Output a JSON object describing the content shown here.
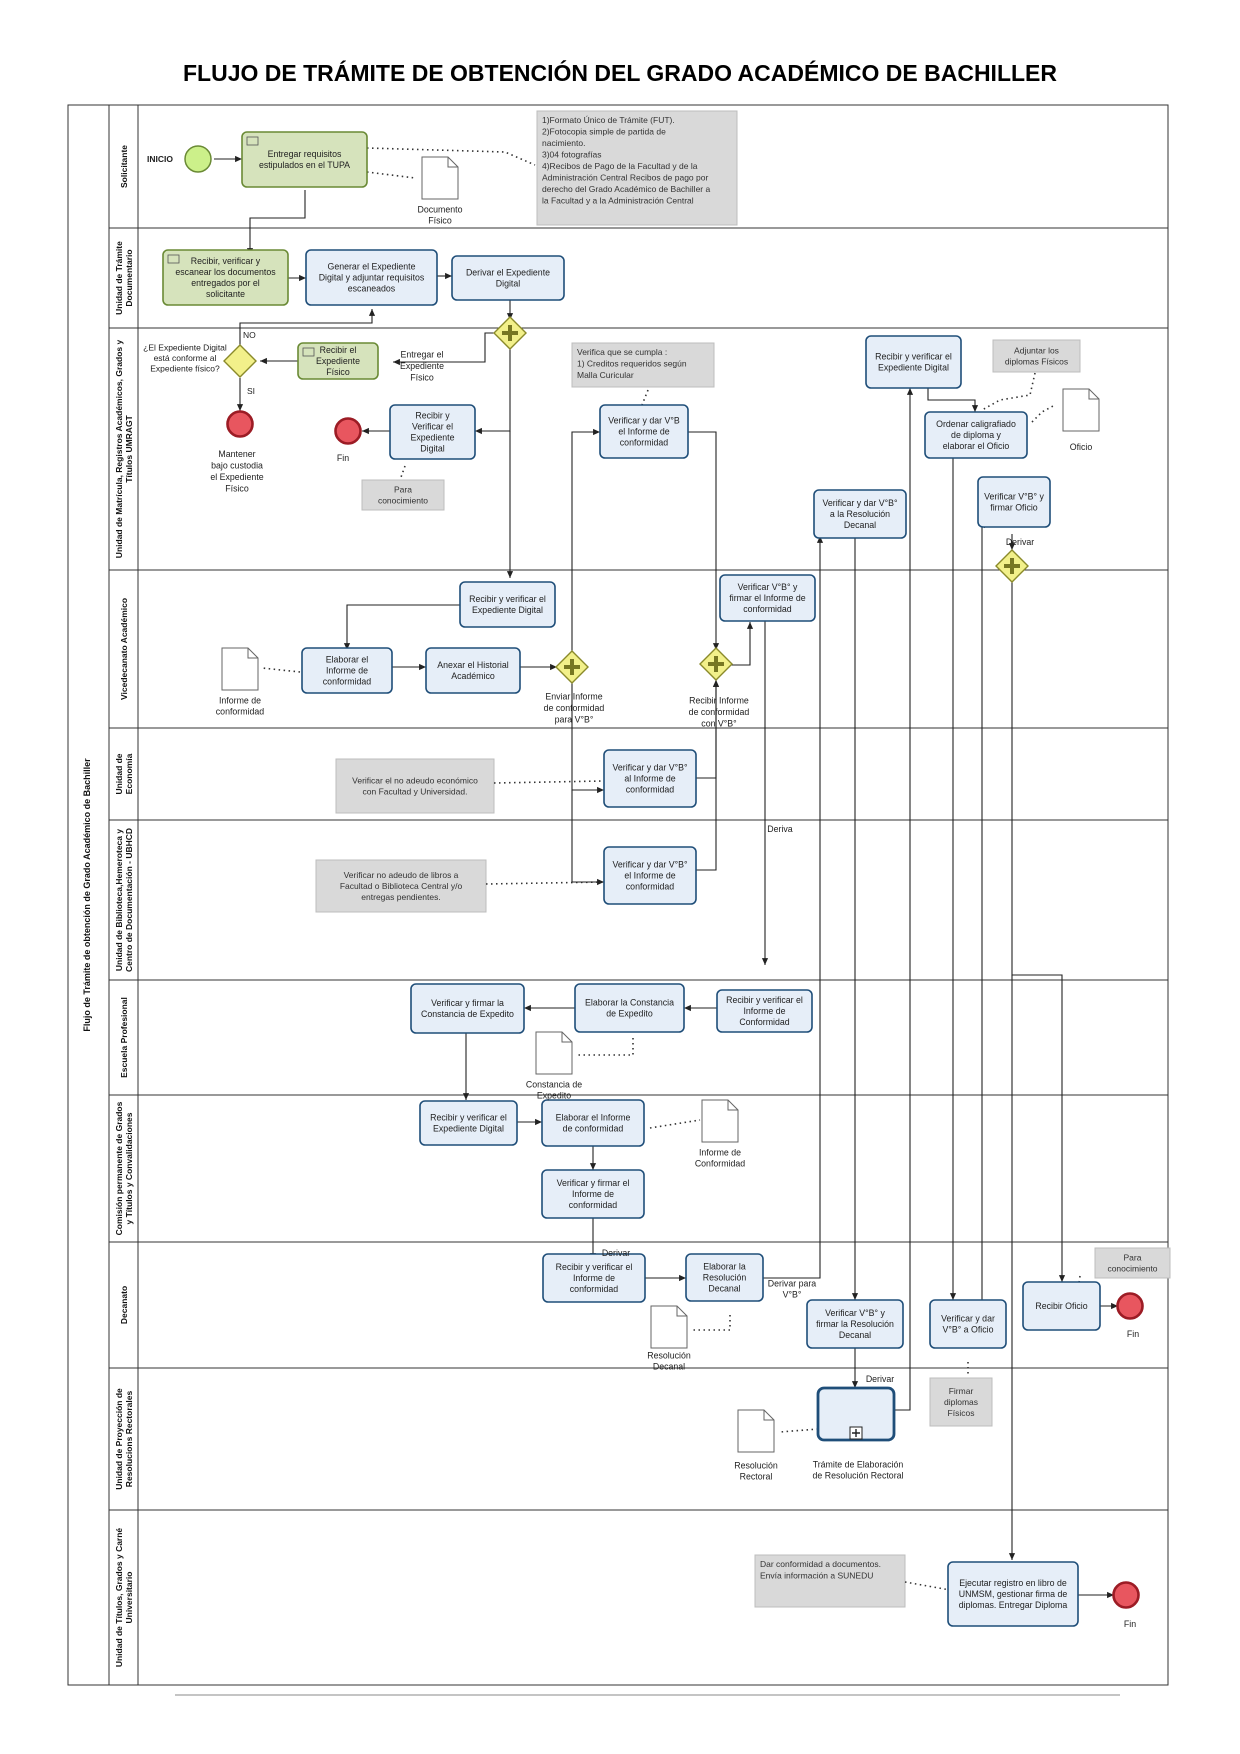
{
  "title": "FLUJO DE TRÁMITE DE OBTENCIÓN DEL GRADO ACADÉMICO DE BACHILLER",
  "pool_label": "Flujo de Trámite de obtención de Grado Académico de Bachiller",
  "lanes": [
    "Solicitante",
    "Unidad de Trámite Documentario",
    "Unidad de Matrícula, Registros Académicos, Grados y Títulos UMRAGT",
    "Vicedecanato Académico",
    "Unidad de Economía",
    "Unidad de Biblioteca,Hemeroteca y Centro de Documentación - UBHCD",
    "Escuela Profesional",
    "Comisión permanente de Grados y Títulos y Convalidaciones",
    "Decanato",
    "Unidad de Proyección de Resoluciones Rectorales",
    "Unidad de Títulos, Grados y Carné Universitario"
  ],
  "events": {
    "inicio": "INICIO",
    "fin": "Fin",
    "mantener": [
      "Mantener",
      "bajo custodia",
      "el Expediente",
      "Físico"
    ]
  },
  "tasks": {
    "s1": [
      "Entregar requisitos",
      "estipulados en el TUPA"
    ],
    "t1": [
      "Recibir, verificar y",
      "escanear los documentos",
      "entregados por el",
      "solicitante"
    ],
    "t2": [
      "Generar el Expediente",
      "Digital y adjuntar requisitos",
      "escaneados"
    ],
    "t3": [
      "Derivar el Expediente",
      "Digital"
    ],
    "u1": [
      "Recibir el",
      "Expediente",
      "Físico"
    ],
    "u2": [
      "Recibir y",
      "Verificar el",
      "Expediente",
      "Digital"
    ],
    "u3": [
      "Verificar y dar V°B",
      "el Informe de",
      "conformidad"
    ],
    "u4": [
      "Recibir y verificar el",
      "Expediente Digital"
    ],
    "u5": [
      "Ordenar caligrafiado",
      "de diploma y",
      "elaborar el Oficio"
    ],
    "u6": [
      "Verificar y dar V°B°",
      "a la Resolución",
      "Decanal"
    ],
    "u7": [
      "Verificar V°B° y",
      "firmar Oficio"
    ],
    "v1": [
      "Recibir y verificar el",
      "Expediente Digital"
    ],
    "v2": [
      "Elaborar el",
      "Informe de",
      "conformidad"
    ],
    "v3": [
      "Anexar el Historial",
      "Académico"
    ],
    "v4": [
      "Verificar V°B° y",
      "firmar el Informe de",
      "conformidad"
    ],
    "e1": [
      "Verificar y dar V°B°",
      "al Informe de",
      "conformidad"
    ],
    "b1": [
      "Verificar y dar V°B°",
      "el Informe de",
      "conformidad"
    ],
    "p1": [
      "Recibir y verificar el",
      "Informe de",
      "Conformidad"
    ],
    "p2": [
      "Elaborar la Constancia",
      "de Expedito"
    ],
    "p3": [
      "Verificar y firmar la",
      "Constancia de Expedito"
    ],
    "c1": [
      "Recibir y verificar el",
      "Expediente Digital"
    ],
    "c2": [
      "Elaborar el Informe",
      "de conformidad"
    ],
    "c3": [
      "Verificar y firmar el",
      "Informe de",
      "conformidad"
    ],
    "d1": [
      "Recibir y verificar el",
      "Informe de",
      "conformidad"
    ],
    "d2": [
      "Elaborar la",
      "Resolución",
      "Decanal"
    ],
    "d3": [
      "Verificar V°B° y",
      "firmar la Resolución",
      "Decanal"
    ],
    "d4": [
      "Verificar y dar",
      "V°B° a Oficio"
    ],
    "d5": [
      "Recibir Oficio"
    ],
    "r1": [
      "Trámite de Elaboración",
      "de Resolución Rectoral"
    ],
    "g1": [
      "Ejecutar registro en libro de",
      "UNMSM, gestionar firma de",
      "diplomas. Entregar Diploma"
    ]
  },
  "gateway_question": [
    "¿El Expediente Digital",
    "está conforme al",
    "Expediente físico?"
  ],
  "gateway_yes": "SI",
  "gateway_no": "NO",
  "documents": {
    "doc_fisico": [
      "Documento",
      "Físico"
    ],
    "informe_vice": [
      "Informe de",
      "conformidad"
    ],
    "constancia": [
      "Constancia de",
      "Expedito"
    ],
    "informe_comision": [
      "Informe de",
      "Conformidad"
    ],
    "resolucion_decanal": [
      "Resolución",
      "Decanal"
    ],
    "resolucion_rectoral": [
      "Resolución",
      "Rectoral"
    ],
    "oficio": [
      "Oficio"
    ]
  },
  "annotations": {
    "requisitos": [
      "1)Formato Único de Trámite (FUT).",
      "2)Fotocopia simple de partida de",
      "nacimiento.",
      "3)04 fotografías",
      "4)Recibos de Pago de la Facultad y de la",
      "Administración Central Recibos de pago por",
      "derecho del Grado Académico de Bachiller a",
      "la Facultad y a la Administración Central"
    ],
    "creditos": [
      "Verifica que se cumpla :",
      "1)  Creditos requeridos según",
      "Malla Curicular"
    ],
    "para_conocimiento": [
      "Para",
      "conocimiento"
    ],
    "adjuntar": [
      "Adjuntar los",
      "diplomas Físicos"
    ],
    "economia": [
      "Verificar el no adeudo económico",
      "con Facultad y Universidad."
    ],
    "biblioteca": [
      "Verificar no adeudo de libros a",
      "Facultad o Biblioteca Central y/o",
      "entregas pendientes."
    ],
    "firmar_diplomas": [
      "Firmar",
      "diplomas",
      "Físicos"
    ],
    "sunedu": [
      "Dar conformidad a documentos.",
      "Envía información a SUNEDU"
    ]
  },
  "flow_labels": {
    "entregar_fisico": [
      "Entregar el",
      "Expediente",
      "Físico"
    ],
    "enviar_informe": [
      "Enviar Informe",
      "de conformidad",
      "para V°B°"
    ],
    "recibir_informe": [
      "Recibir Informe",
      "de conformidad",
      "con V°B°"
    ],
    "deriva": "Deriva",
    "derivar": "Derivar",
    "derivar_vb": [
      "Derivar para",
      "V°B°"
    ]
  },
  "colors": {
    "task_green_fill": "#d6e3bc",
    "task_green_stroke": "#6a8a35",
    "task_blue_fill": "#e6eef8",
    "task_blue_stroke": "#1f4e79",
    "start_fill": "#ccf08a",
    "end_fill": "#e8565f",
    "gateway_fill": "#f2f08a",
    "annotation_fill": "#d9d9d9"
  }
}
